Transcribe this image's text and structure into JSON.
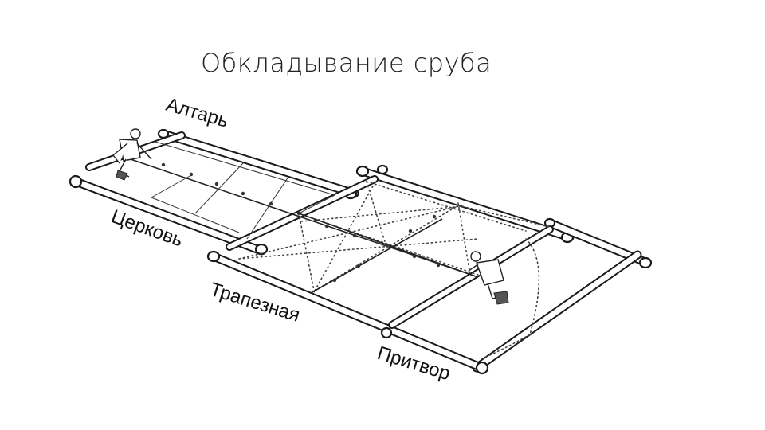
{
  "title": "Обкладывание сруба",
  "labels": {
    "altar": "Алтарь",
    "church": "Церковь",
    "refectory": "Трапезная",
    "porch": "Притвор"
  }
}
